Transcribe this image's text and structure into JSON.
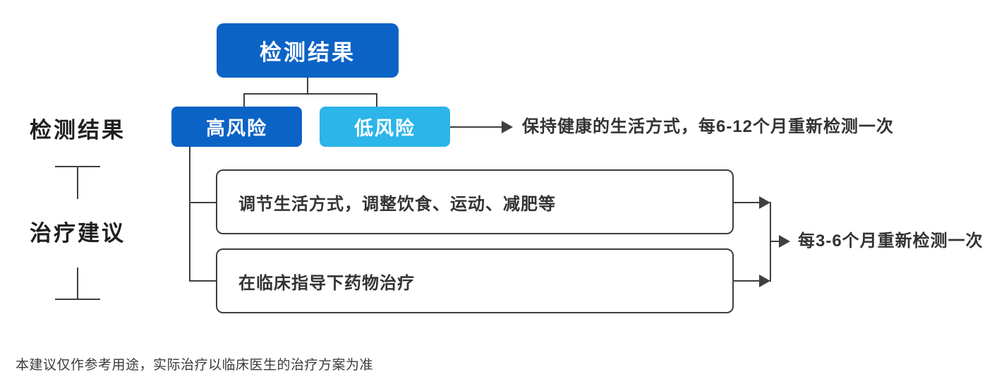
{
  "palette": {
    "primary_blue": "#0b63c6",
    "light_blue": "#2bb5e9",
    "line_dark": "#3f3f3f",
    "text_dark": "#333333"
  },
  "side_labels": {
    "row1": "检测结果",
    "row2": "治疗建议"
  },
  "flow": {
    "root_label": "检测结果",
    "high_risk_label": "高风险",
    "low_risk_label": "低风险",
    "low_risk_advice": "保持健康的生活方式，每6-12个月重新检测一次",
    "treatment_option_1": "调节生活方式，调整饮食、运动、减肥等",
    "treatment_option_2": "在临床指导下药物治疗",
    "retest_advice": "每3-6个月重新检测一次"
  },
  "footer": {
    "disclaimer": "本建议仅作参考用途，实际治疗以临床医生的治疗方案为准"
  }
}
